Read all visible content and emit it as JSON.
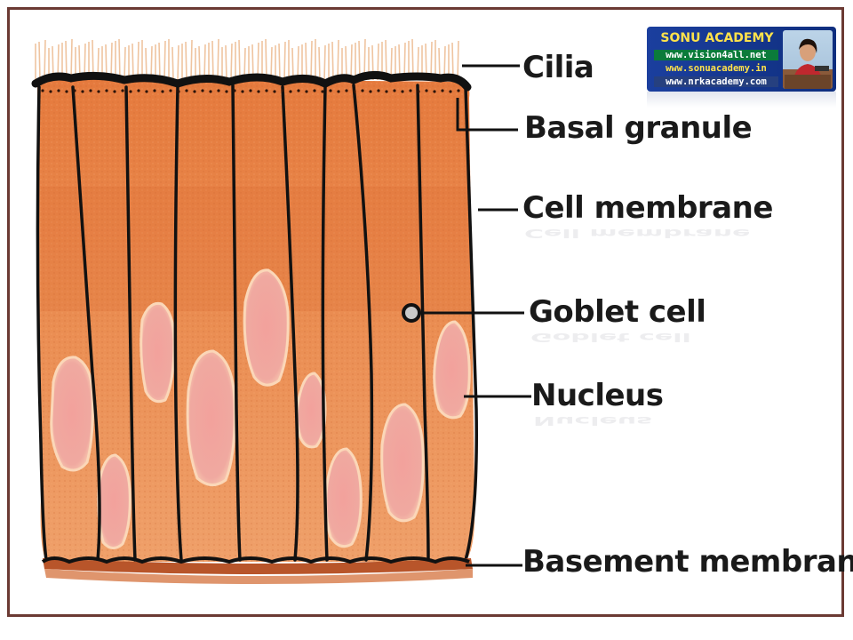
{
  "labels": {
    "cilia": "Cilia",
    "basal_granule": "Basal granule",
    "cell_membrane": "Cell membrane",
    "goblet_cell": "Goblet cell",
    "nucleus": "Nucleus",
    "basement_membrane": "Basement membrane"
  },
  "watermark": {
    "title": "SONU ACADEMY",
    "url1": "www.vision4all.net",
    "url2": "www.sonuacademy.in",
    "url3": "www.nrkacademy.com"
  },
  "colors": {
    "frame": "#6b3a33",
    "cell_fill": "#e98a4f",
    "cell_dark": "#d9682a",
    "nucleus_fill": "#f3a7a0",
    "nucleus_rim": "#fbd2b4",
    "cilia": "#f0c9a6",
    "membrane_line": "#111111",
    "banner_bg": "#1b3f9e"
  }
}
